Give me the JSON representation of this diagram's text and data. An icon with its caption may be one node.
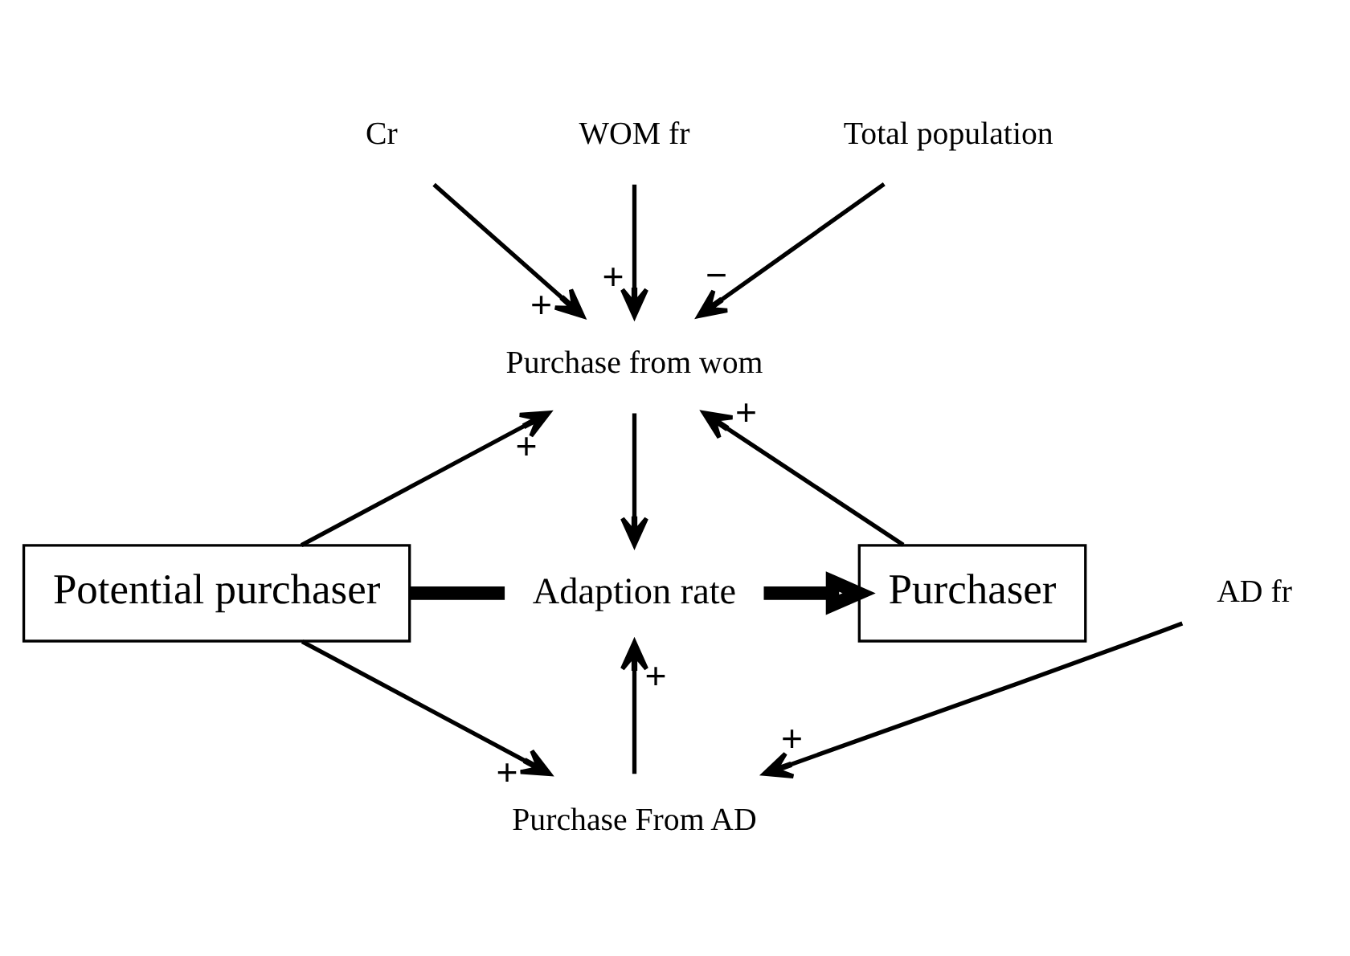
{
  "diagram": {
    "nodes": [
      {
        "text": [
          "Cr"
        ]
      },
      {
        "text": [
          "WOM fr"
        ]
      },
      {
        "text": [
          "Total population"
        ]
      },
      {
        "text": [
          "Purchase from wom"
        ]
      },
      {
        "text": [
          "Potential purchaser"
        ]
      },
      {
        "text": [
          "Adaption rate"
        ]
      },
      {
        "text": [
          "Purchaser"
        ]
      },
      {
        "text": [
          "Purchase From AD"
        ]
      },
      {
        "text": [
          "AD fr"
        ]
      }
    ],
    "edges": [
      {
        "from": 4,
        "to": 3,
        "arrow": "to",
        "label": "+"
      },
      {
        "from": 0,
        "to": 3,
        "arrow": "to",
        "label": "+"
      },
      {
        "from": 1,
        "to": 3,
        "arrow": "to",
        "label": "+"
      },
      {
        "from": 2,
        "to": 3,
        "arrow": "to",
        "label": "−"
      },
      {
        "from": 6,
        "to": 3,
        "arrow": "to",
        "label": "+"
      },
      {
        "from": 3,
        "to": 5,
        "arrow": "to"
      },
      {
        "from": 4,
        "to": 5,
        "arrow": "none",
        "style": "thick"
      },
      {
        "from": 5,
        "to": 6,
        "arrow": "to",
        "style": "thick"
      },
      {
        "from": 4,
        "to": 7,
        "arrow": "to",
        "label": "+"
      },
      {
        "from": 8,
        "to": 7,
        "arrow": "to",
        "label": "+"
      },
      {
        "from": 7,
        "to": 5,
        "arrow": "to",
        "label": "+"
      }
    ]
  }
}
